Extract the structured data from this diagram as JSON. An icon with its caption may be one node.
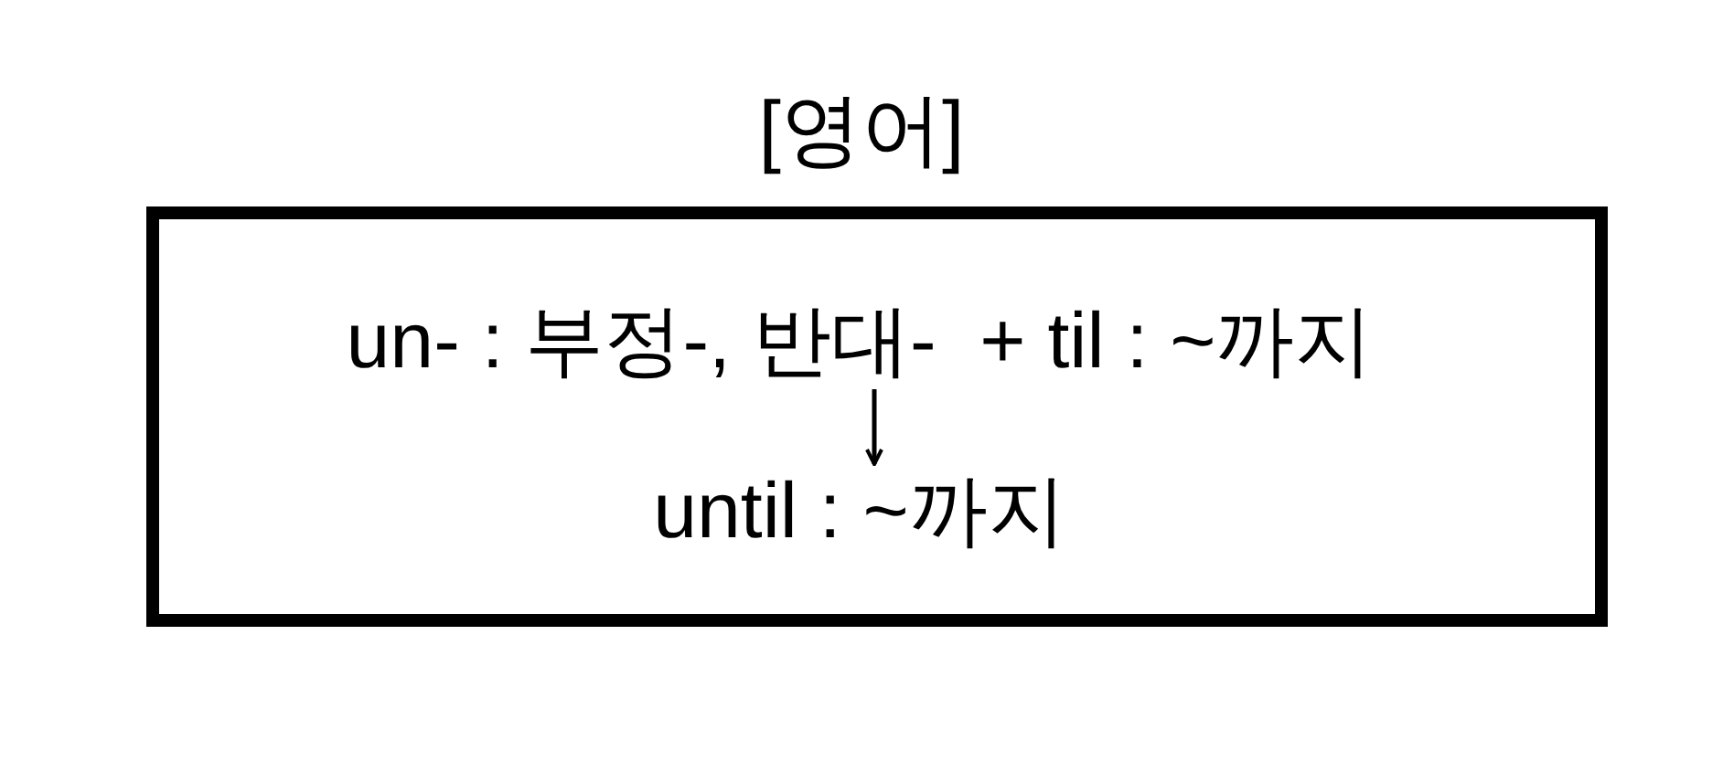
{
  "diagram": {
    "title": "[영어]",
    "nodes": [
      {
        "text": [],
        "shape": "box"
      },
      {
        "text": [
          "un- : 부정-, 반대-  + til : ~까지"
        ],
        "in": 0
      },
      {
        "text": [
          "until : ~까지"
        ],
        "in": 0
      }
    ],
    "edges": [
      {
        "from": 1,
        "to": 2,
        "arrow": "to"
      }
    ]
  }
}
